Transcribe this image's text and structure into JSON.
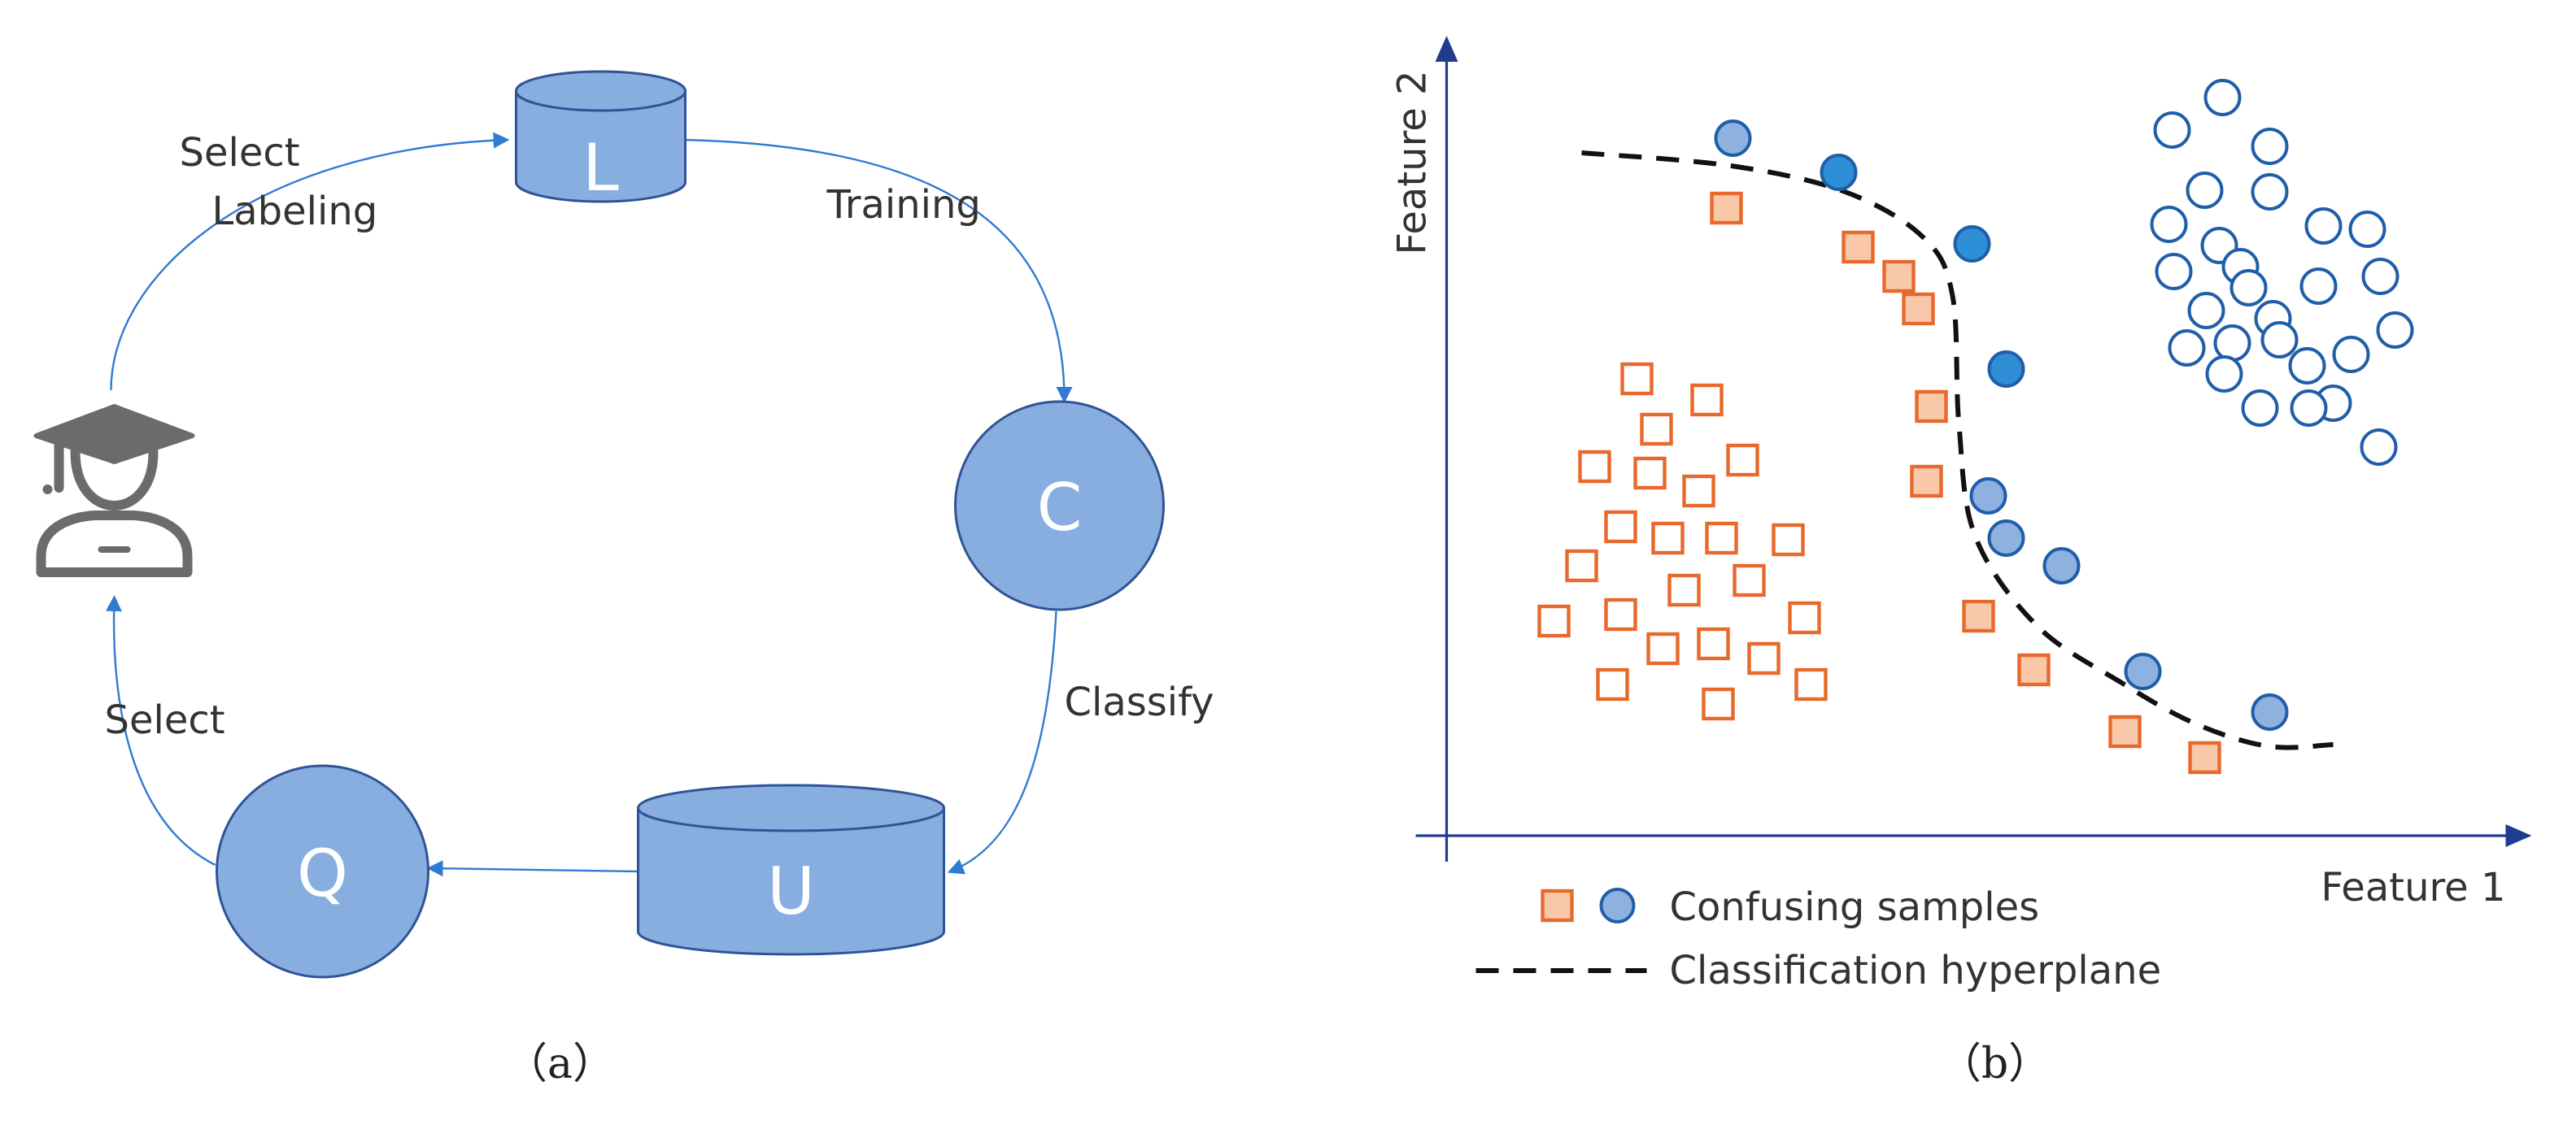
{
  "panel_a": {
    "caption": "（a）",
    "nodes": {
      "L": "L",
      "C": "C",
      "U": "U",
      "Q": "Q"
    },
    "edges": {
      "select_labeling_1": "Select",
      "select_labeling_2": "Labeling",
      "training": "Training",
      "classify": "Classify",
      "select": "Select"
    },
    "colors": {
      "node_fill": "#87aede",
      "node_stroke": "#2f5496",
      "arrow": "#2f7bd1",
      "annotator": "#6b6b6b"
    },
    "icons": {
      "annotator": "annotator-icon"
    }
  },
  "panel_b": {
    "caption": "（b）",
    "chart_data": {
      "type": "scatter",
      "xlabel": "Feature 1",
      "ylabel": "Feature 2",
      "grid": false,
      "legend_position": "bottom-left",
      "legend": {
        "confusing": "Confusing samples",
        "hyperplane": "Classification hyperplane"
      },
      "colors": {
        "square": "#e8692b",
        "square_fill": "#f8c8a8",
        "circle": "#1f5ea8",
        "circle_fill": "#8fb1e0",
        "circle_fill_dark": "#2f8fd6",
        "hyperplane": "#111111"
      },
      "series": [
        {
          "marker": "square-hollow",
          "points": [
            [
              1002,
              233
            ],
            [
              1045,
              246
            ],
            [
              1014,
              264
            ],
            [
              976,
              287
            ],
            [
              1010,
              291
            ],
            [
              1067,
              283
            ],
            [
              1040,
              302
            ],
            [
              992,
              324
            ],
            [
              1021,
              331
            ],
            [
              1054,
              331
            ],
            [
              1095,
              332
            ],
            [
              968,
              348
            ],
            [
              1031,
              363
            ],
            [
              1071,
              357
            ],
            [
              951,
              382
            ],
            [
              992,
              378
            ],
            [
              1105,
              380
            ],
            [
              1018,
              399
            ],
            [
              1049,
              396
            ],
            [
              1080,
              405
            ],
            [
              987,
              421
            ],
            [
              1052,
              433
            ],
            [
              1109,
              421
            ]
          ]
        },
        {
          "marker": "circle-hollow",
          "points": [
            [
              1362,
              60
            ],
            [
              1331,
              80
            ],
            [
              1391,
              90
            ],
            [
              1351,
              117
            ],
            [
              1391,
              118
            ],
            [
              1329,
              138
            ],
            [
              1424,
              139
            ],
            [
              1451,
              141
            ],
            [
              1360,
              151
            ],
            [
              1332,
              167
            ],
            [
              1373,
              164
            ],
            [
              1459,
              170
            ],
            [
              1378,
              177
            ],
            [
              1421,
              176
            ],
            [
              1352,
              191
            ],
            [
              1393,
              196
            ],
            [
              1468,
              203
            ],
            [
              1340,
              214
            ],
            [
              1368,
              211
            ],
            [
              1397,
              209
            ],
            [
              1441,
              218
            ],
            [
              1363,
              230
            ],
            [
              1414,
              225
            ],
            [
              1430,
              248
            ],
            [
              1385,
              251
            ],
            [
              1415,
              251
            ],
            [
              1458,
              275
            ]
          ]
        },
        {
          "marker": "square-filled",
          "confusing": true,
          "points": [
            [
              1057,
              128
            ],
            [
              1138,
              152
            ],
            [
              1163,
              170
            ],
            [
              1175,
              190
            ],
            [
              1183,
              250
            ],
            [
              1180,
              296
            ],
            [
              1212,
              379
            ],
            [
              1246,
              412
            ],
            [
              1302,
              450
            ],
            [
              1351,
              466
            ]
          ]
        },
        {
          "marker": "circle-filled",
          "confusing": true,
          "points": [
            [
              1061,
              85
            ],
            [
              1126,
              106
            ],
            [
              1208,
              150
            ],
            [
              1229,
              227
            ],
            [
              1218,
              305
            ],
            [
              1229,
              331
            ],
            [
              1263,
              348
            ],
            [
              1313,
              413
            ],
            [
              1391,
              438
            ]
          ]
        }
      ],
      "hyperplane": [
        [
          968,
          94
        ],
        [
          1060,
          102
        ],
        [
          1130,
          118
        ],
        [
          1178,
          146
        ],
        [
          1196,
          182
        ],
        [
          1200,
          262
        ],
        [
          1210,
          330
        ],
        [
          1248,
          385
        ],
        [
          1300,
          420
        ],
        [
          1345,
          445
        ],
        [
          1390,
          459
        ],
        [
          1430,
          458
        ]
      ]
    }
  }
}
